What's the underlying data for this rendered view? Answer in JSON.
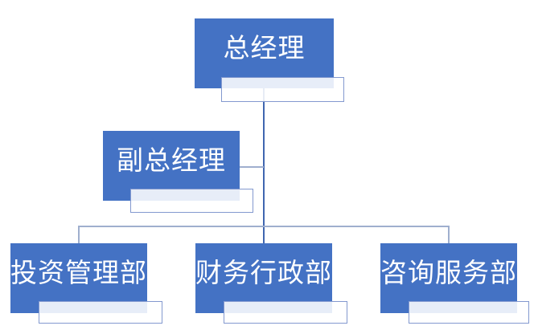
{
  "diagram": {
    "type": "org-chart",
    "nodes": {
      "gm": {
        "label": "总经理",
        "role": "root"
      },
      "vgm": {
        "label": "副总经理",
        "role": "assistant"
      },
      "d1": {
        "label": "投资管理部",
        "role": "child"
      },
      "d2": {
        "label": "财务行政部",
        "role": "child"
      },
      "d3": {
        "label": "咨询服务部",
        "role": "child"
      }
    },
    "edges": [
      {
        "from": "总经理",
        "to": "副总经理"
      },
      {
        "from": "总经理",
        "to": "投资管理部"
      },
      {
        "from": "总经理",
        "to": "财务行政部"
      },
      {
        "from": "总经理",
        "to": "咨询服务部"
      }
    ]
  },
  "colors": {
    "box_fill": "#4472C4",
    "box_text": "#FFFFFF",
    "subrect_border": "#8399CF",
    "subrect_tint": "#E8EDF8",
    "spine_color": "#4066B0",
    "branch_color": "#9FAFCE",
    "background": "#FFFFFF"
  }
}
